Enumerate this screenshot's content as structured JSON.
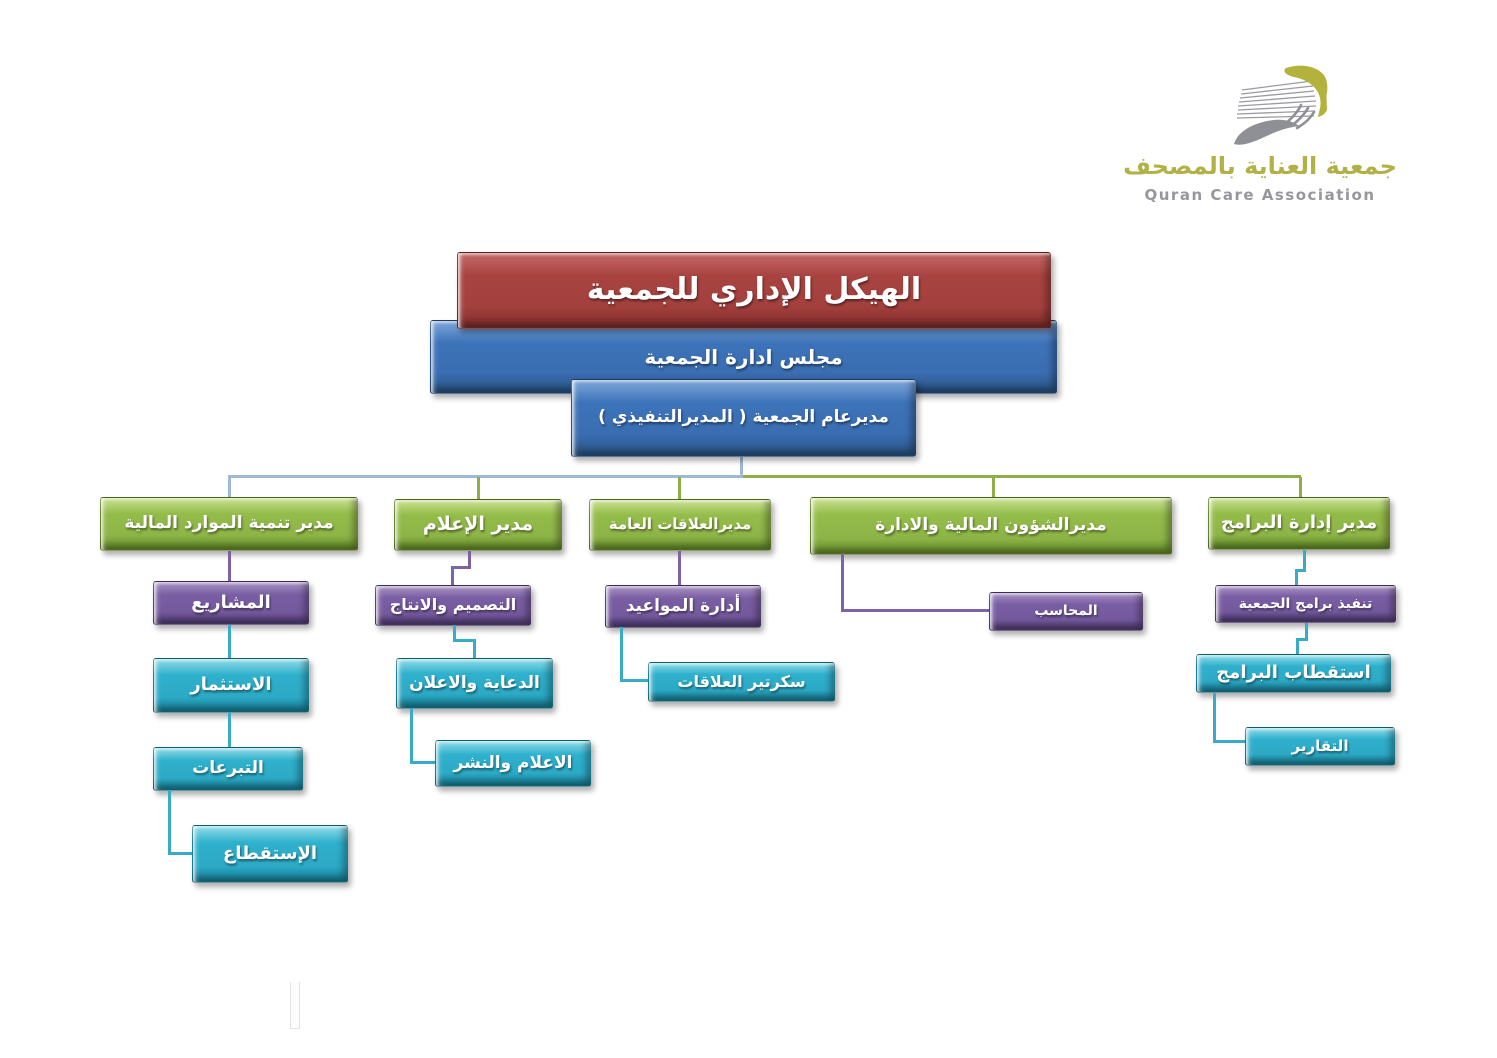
{
  "logo": {
    "arabic_name": "جمعية العناية بالمصحف",
    "english_name": "Quran Care Association",
    "icon": "quran-book-hand-icon",
    "arabic_color": "#b1b148",
    "english_color": "#96969c"
  },
  "colors": {
    "title_red": "#a84340",
    "board_blue": "#3d73b9",
    "branch_green": "#94bc4a",
    "section_purple": "#7a5ea3",
    "unit_teal": "#2fb0cc",
    "connector_bluegray": "#9fb8d6",
    "connector_green": "#8fae4a",
    "connector_purple": "#7b63a5",
    "connector_teal": "#3aabc6"
  },
  "org_chart": {
    "title": {
      "label": "الهيكل الإداري للجمعية"
    },
    "board": {
      "label": "مجلس ادارة الجمعية"
    },
    "executive": {
      "label": "مديرعام الجمعية ( المديرالتنفيذي )"
    },
    "branches": [
      {
        "label": "مدير تنمية الموارد المالية",
        "children": [
          {
            "label": "المشاريع"
          },
          {
            "label": "الاستثمار"
          },
          {
            "label": "التبرعات"
          },
          {
            "label": "الإستقطاع"
          }
        ]
      },
      {
        "label": "مدير الإعلام",
        "children": [
          {
            "label": "التصميم والانتاج"
          },
          {
            "label": "الدعاية والاعلان"
          },
          {
            "label": "الاعلام والنشر"
          }
        ]
      },
      {
        "label": "مديرالعلاقات العامة",
        "children": [
          {
            "label": "أدارة المواعيد"
          },
          {
            "label": "سكرتير العلاقات"
          }
        ]
      },
      {
        "label": "مديرالشؤون المالية والادارة",
        "children": [
          {
            "label": "المحاسب"
          }
        ]
      },
      {
        "label": "مدير إدارة البرامج",
        "children": [
          {
            "label": "تنفيذ برامج الجمعية"
          },
          {
            "label": "استقطاب البرامج"
          },
          {
            "label": "التقارير"
          }
        ]
      }
    ]
  }
}
